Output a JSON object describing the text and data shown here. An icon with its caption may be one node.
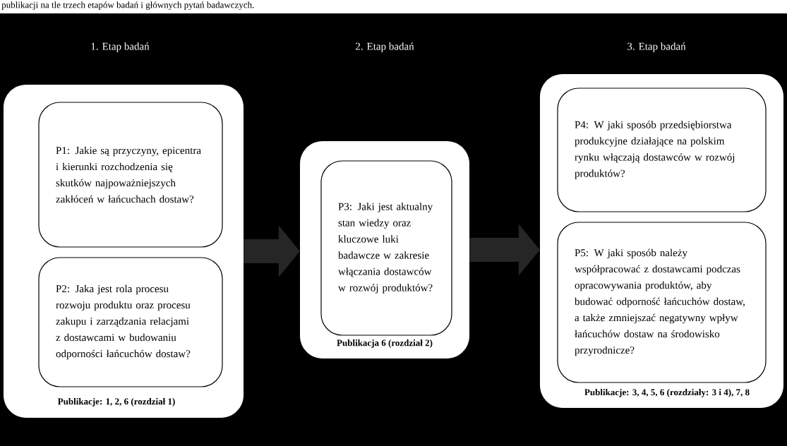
{
  "diagram": {
    "nodes": [
      {
        "text": [
          "Publikacje: 1, 2, 6 (rozdział 1)"
        ]
      },
      {
        "text": [
          "P1: Jakie są przyczyny, epicentra i kierunki rozchodzenia się skutków najpoważniejszych zakłóceń w łańcuchach dostaw?"
        ],
        "in": 0
      },
      {
        "text": [
          "P2: Jaka jest rola procesu rozwoju produktu oraz procesu zakupu i zarządzania relacjami z dostawcami w budowaniu odporności łańcuchów dostaw?"
        ],
        "in": 0
      },
      {
        "text": [
          "Publikacja 6 (rozdział 2)"
        ]
      },
      {
        "text": [
          "P3: Jaki jest aktualny stan wiedzy oraz kluczowe luki badawcze w zakresie włączania dostawców w rozwój produktów?"
        ],
        "in": 3
      },
      {
        "text": [
          "Publikacje: 3, 4, 5, 6 (rozdziały: 3 i 4), 7, 8"
        ]
      },
      {
        "text": [
          "P4: W jaki sposób przedsiębiorstwa produkcyjne działające na polskim rynku włączają dostawców w rozwój produktów?"
        ],
        "in": 5
      },
      {
        "text": [
          "P5: W jaki sposób należy współpracować z dostawcami podczas opracowywania produktów, aby budować odporność łańcuchów dostaw, a także zmniejszać negatywny wpływ łańcuchów dostaw na środowisko przyrodnicze?"
        ],
        "in": 5
      }
    ],
    "edges": [
      {
        "from": 0,
        "to": 3,
        "arrow": "to"
      },
      {
        "from": 3,
        "to": 5,
        "arrow": "to"
      }
    ],
    "labels": [
      "publikacji na tle trzech etapów badań i głównych pytań badawczych.",
      "1. Etap badań",
      "2. Etap badań",
      "3. Etap badań"
    ]
  }
}
